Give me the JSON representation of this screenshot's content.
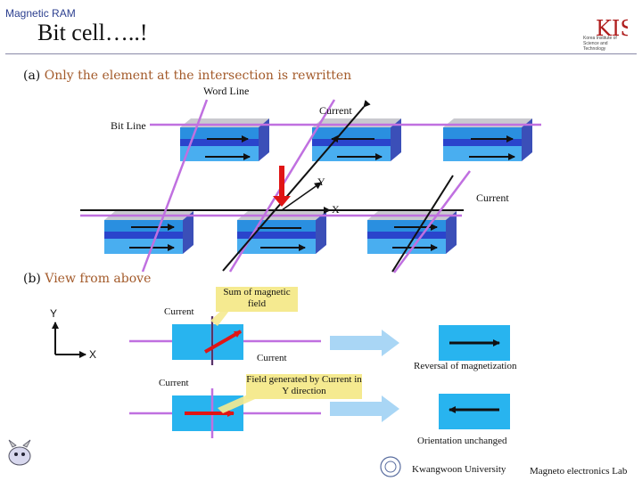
{
  "header": {
    "kicker": "Magnetic RAM",
    "title": "Bit cell…..!",
    "logo_text": "Korea Institute of Science and Technology",
    "logo_monogram": "KIST"
  },
  "section_a": {
    "letter": "(a)",
    "heading": "Only the element at the intersection is rewritten",
    "labels": {
      "word_line": "Word Line",
      "bit_line": "Bit Line",
      "current_top": "Current",
      "current_right": "Current",
      "axis_y": "Y",
      "axis_x": "X"
    }
  },
  "section_b": {
    "letter": "(b)",
    "heading": "View from above",
    "labels": {
      "axis_y": "Y",
      "axis_x": "X",
      "current_1": "Current",
      "current_2": "Current",
      "current_3": "Current",
      "sum_field": "Sum of magnetic field",
      "field_y": "Field generated by Current in Y direction",
      "reversal": "Reversal of magnetization",
      "unchanged": "Orientation unchanged"
    }
  },
  "footer": {
    "university": "Kwangwoon University",
    "lab": "Magneto electronics Lab"
  },
  "colors": {
    "cell_top": "#1e90e0",
    "cell_stripe": "#2a4fd0",
    "line_purple": "#c070e0",
    "accent_red": "#e01515",
    "cell_b": "#28b4ef"
  }
}
